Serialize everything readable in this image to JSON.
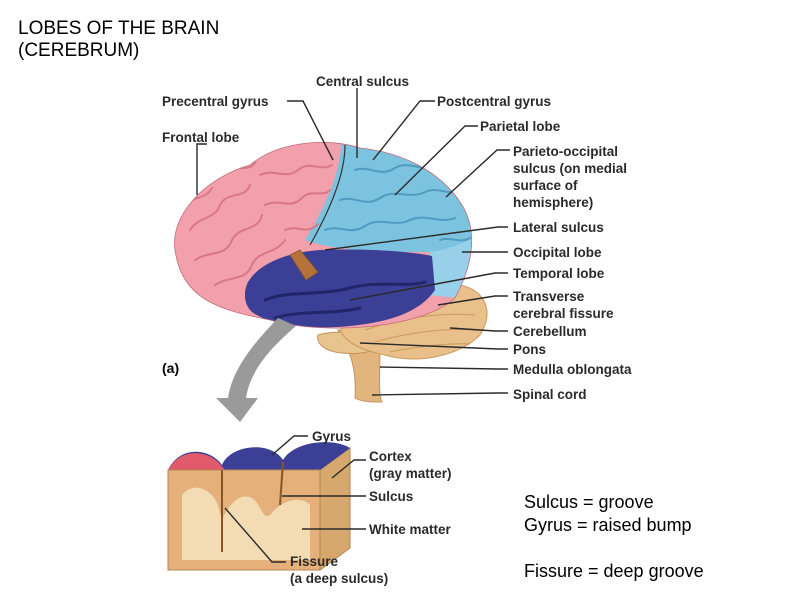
{
  "title": {
    "line1": "LOBES OF THE BRAIN",
    "line2": "(CEREBRUM)"
  },
  "labels": {
    "precentral_gyrus": "Precentral gyrus",
    "central_sulcus": "Central sulcus",
    "postcentral_gyrus": "Postcentral gyrus",
    "frontal_lobe": "Frontal lobe",
    "parietal_lobe": "Parietal lobe",
    "parieto_occipital": [
      "Parieto-occipital",
      "sulcus  (on medial",
      "surface of",
      "hemisphere)"
    ],
    "lateral_sulcus": "Lateral sulcus",
    "occipital_lobe": "Occipital lobe",
    "temporal_lobe": "Temporal lobe",
    "transverse_fissure": [
      "Transverse",
      "cerebral fissure"
    ],
    "cerebellum": "Cerebellum",
    "pons": "Pons",
    "medulla": "Medulla oblongata",
    "spinal_cord": "Spinal cord",
    "panel_a": "(a)",
    "gyrus": "Gyrus",
    "cortex": [
      "Cortex",
      "(gray matter)"
    ],
    "sulcus": "Sulcus",
    "white_matter": "White matter",
    "fissure": [
      "Fissure",
      "(a deep sulcus)"
    ]
  },
  "definitions": {
    "sulcus": "Sulcus = groove",
    "gyrus": "Gyrus = raised bump",
    "fissure": "Fissure = deep groove"
  },
  "colors": {
    "frontal": "#f2a0ab",
    "parietal": "#7cc3e0",
    "temporal": "#3b3f96",
    "cerebellum": "#e9c08a",
    "brainstem": "#e2b57e",
    "gray_matter": "#e6b07a",
    "white_matter": "#f3dcb4",
    "arrow": "#9a9a9a"
  }
}
